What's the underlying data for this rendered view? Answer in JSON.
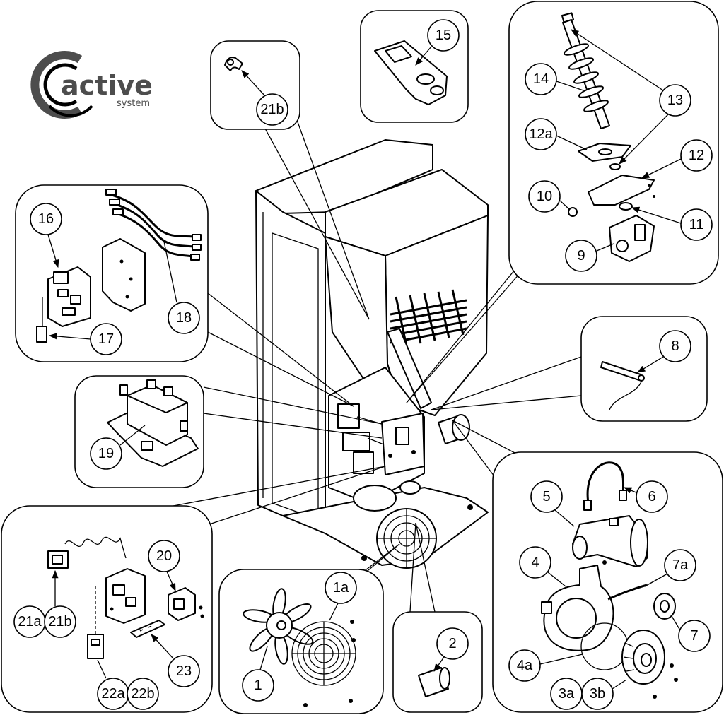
{
  "logo": {
    "word": "active",
    "sub": "system"
  },
  "panels": {
    "clip": {
      "labels": [
        "21b"
      ]
    },
    "remote": {
      "labels": [
        "15"
      ]
    },
    "feed": {
      "labels": [
        "14",
        "13",
        "12a",
        "12",
        "10",
        "11",
        "9"
      ]
    },
    "electronics": {
      "labels": [
        "16",
        "18",
        "17"
      ]
    },
    "sensor": {
      "labels": [
        "8"
      ]
    },
    "switch": {
      "labels": [
        "19"
      ]
    },
    "exhaust": {
      "labels": [
        "5",
        "6",
        "4",
        "7a",
        "7",
        "4a",
        "3a",
        "3b"
      ]
    },
    "controls": {
      "labels": [
        "20",
        "21a",
        "21b",
        "22a",
        "22b",
        "23"
      ]
    },
    "fan": {
      "labels": [
        "1a",
        "1"
      ]
    },
    "bushing": {
      "labels": [
        "2"
      ]
    }
  },
  "colors": {
    "ink": "#000000",
    "logo": "#4d4d4d",
    "paper": "#ffffff"
  }
}
